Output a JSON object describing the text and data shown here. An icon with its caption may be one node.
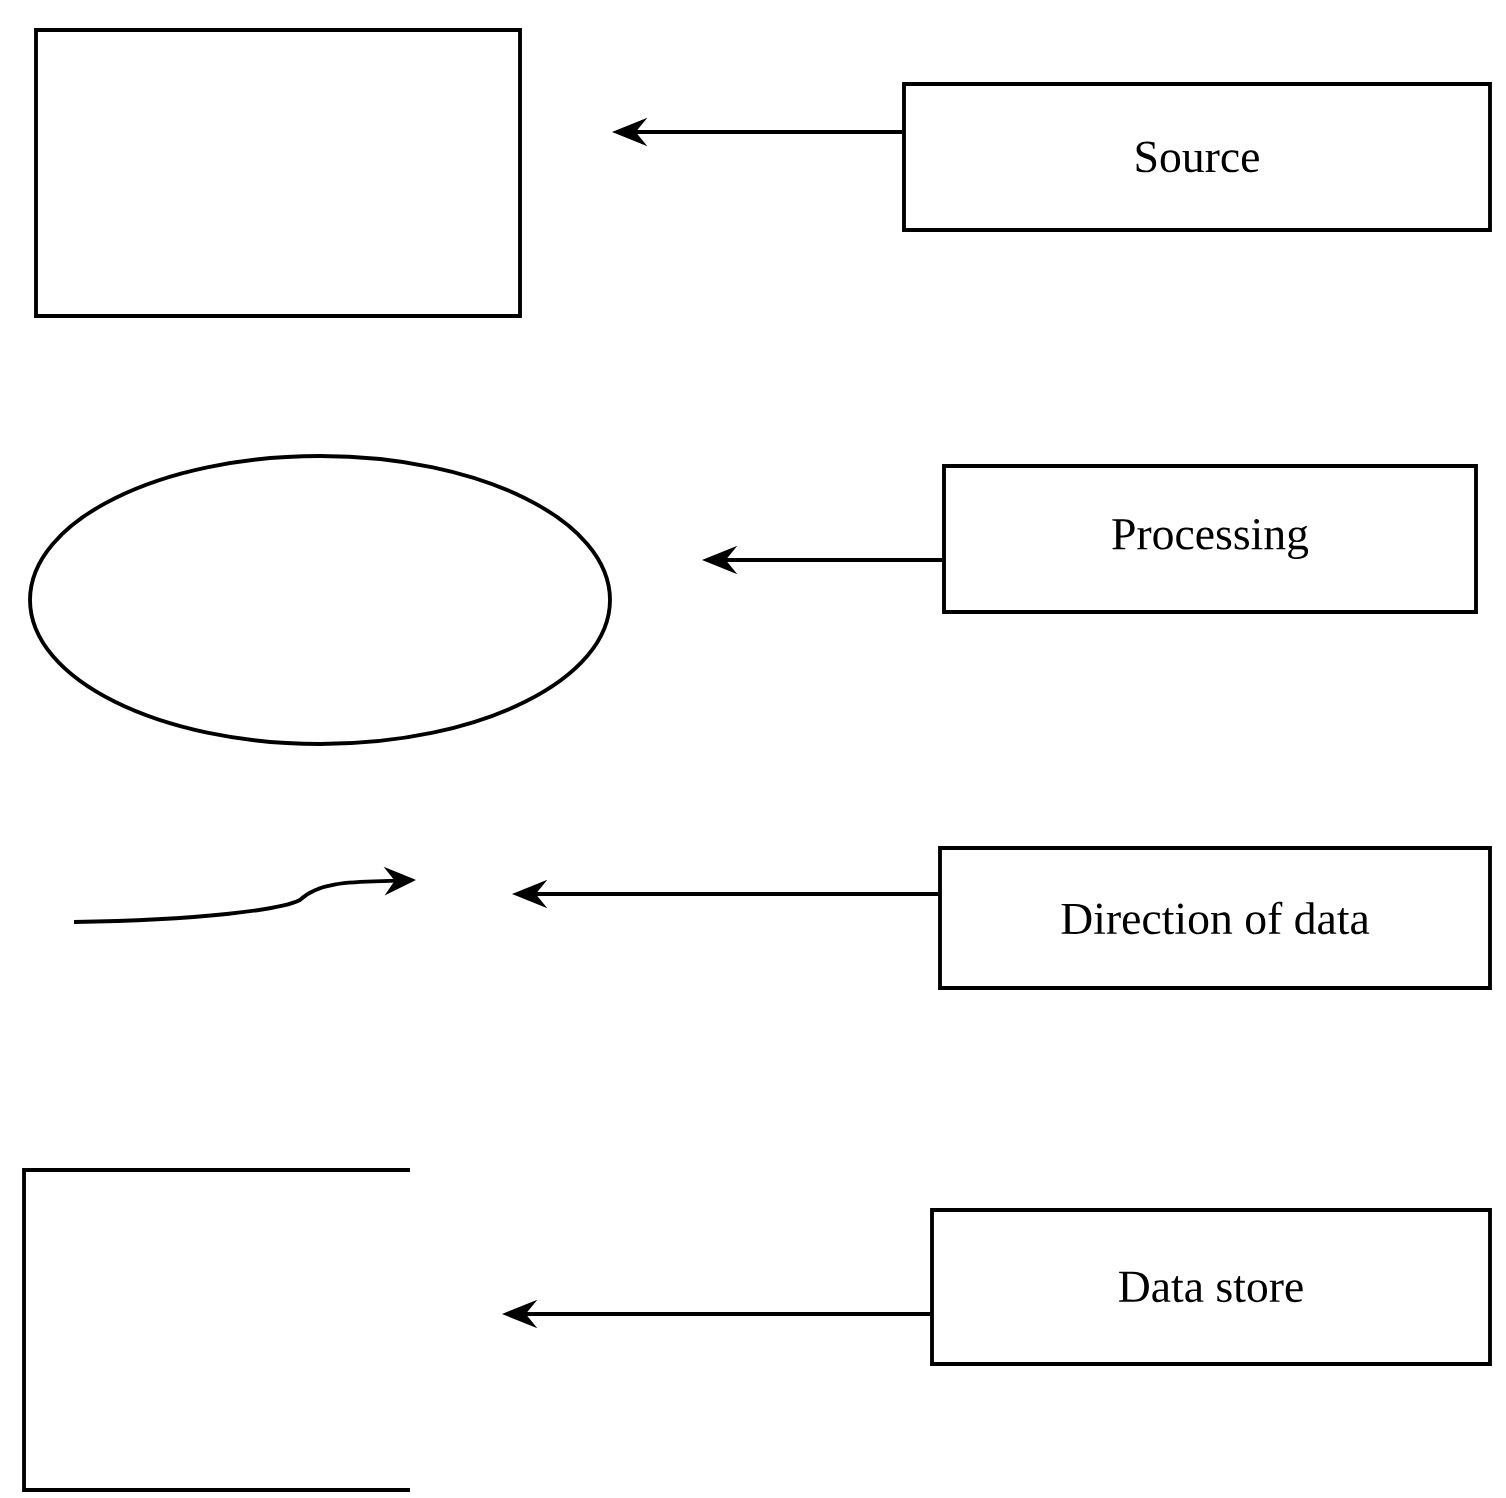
{
  "diagram": {
    "nodes": [
      {
        "text": [],
        "shape": "box"
      },
      {
        "text": [
          "Source"
        ]
      },
      {
        "text": [],
        "shape": "ellipse"
      },
      {
        "text": [
          "Processing"
        ]
      },
      {
        "text": [],
        "shape": "arrow"
      },
      {
        "text": [
          "Direction of data"
        ]
      },
      {
        "text": [],
        "shape": "box"
      },
      {
        "text": [
          "Data store"
        ]
      }
    ],
    "edges": [
      {
        "from": 1,
        "to": 0,
        "arrow": "to"
      },
      {
        "from": 3,
        "to": 2,
        "arrow": "to"
      },
      {
        "from": 5,
        "to": 4,
        "arrow": "to"
      },
      {
        "from": 7,
        "to": 6,
        "arrow": "to"
      }
    ]
  }
}
